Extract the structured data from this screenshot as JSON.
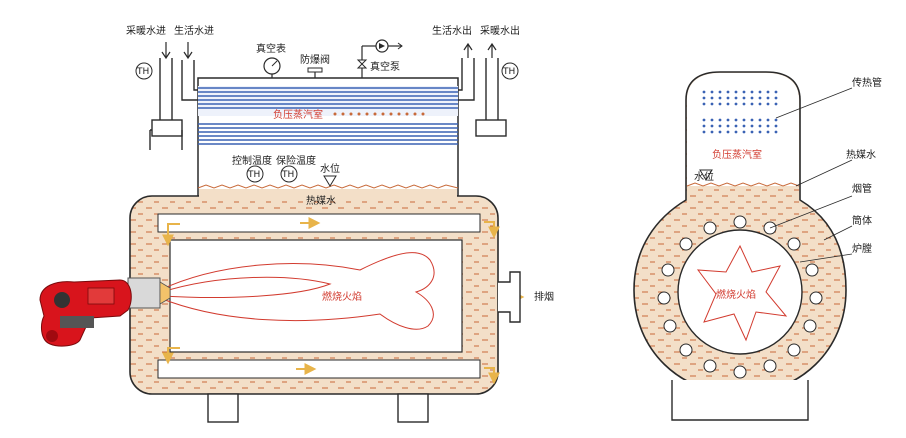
{
  "diagram": {
    "side_view": {
      "labels": {
        "heating_water_in": "采暖水进",
        "domestic_water_in": "生活水进",
        "vacuum_gauge": "真空表",
        "explosion_valve": "防爆阀",
        "vacuum_pump": "真空泵",
        "domestic_water_out": "生活水出",
        "heating_water_out": "采暖水出",
        "negative_pressure_chamber": "负压蒸汽室",
        "control_temperature": "控制温度",
        "safety_temperature": "保险温度",
        "water_level": "水位",
        "heat_medium_water": "热媒水",
        "combustion_flame": "燃烧火焰",
        "exhaust": "排烟",
        "th": "TH"
      }
    },
    "cross_section": {
      "labels": {
        "heat_transfer_tube": "传热管",
        "negative_pressure_chamber": "负压蒸汽室",
        "water_level": "水位",
        "heat_medium_water": "热媒水",
        "flue_tube": "烟管",
        "shell": "筒体",
        "furnace": "炉膛",
        "combustion_flame": "燃烧火焰"
      }
    },
    "colors": {
      "water": "#f3dfc8",
      "water_dash": "#c86a3a",
      "tube_blue": "#3a62b4",
      "flame": "#d23b2f",
      "burner_red": "#d8141c",
      "steel": "#2a2a2a"
    }
  }
}
